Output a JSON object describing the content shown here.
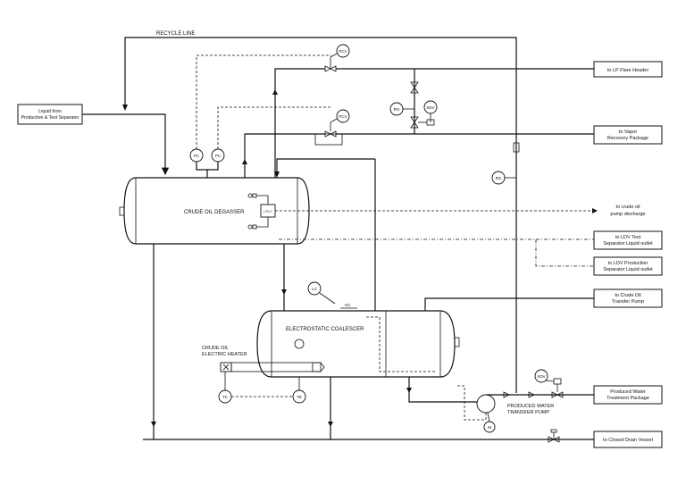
{
  "labels": {
    "recycle_line": "RECYCLE LINE",
    "inlet_box": [
      "Liquid from",
      "Production & Test Separator"
    ],
    "degasser": "CRUDE OIL DEGASSER",
    "coalescer": "ELECTROSTATIC COALESCER",
    "heater": [
      "CRUDE OIL",
      "ELECTRIC HEATER"
    ],
    "pump": [
      "PRODUCED WATER",
      "TRANSFER PUMP"
    ],
    "hc": "HC"
  },
  "outlets": [
    {
      "id": "lp-flare",
      "lines": [
        "to LP Flare Header"
      ]
    },
    {
      "id": "vapor-recovery",
      "lines": [
        "to Vapor",
        "Recovery Package"
      ]
    },
    {
      "id": "crude-oil-pump-discharge",
      "lines": [
        "to crude oil",
        "pump discharge"
      ]
    },
    {
      "id": "ldv-test",
      "lines": [
        "to LDV Test",
        "Separator Liquid outlet"
      ]
    },
    {
      "id": "ldv-production",
      "lines": [
        "to LDV Production",
        "Separator Liquid outlet"
      ]
    },
    {
      "id": "crude-oil-transfer-pump",
      "lines": [
        "to Crude Oil",
        "Transfer Pump"
      ]
    },
    {
      "id": "produced-water-treatment",
      "lines": [
        "Produced Water",
        "Treatment Package"
      ]
    },
    {
      "id": "closed-drain",
      "lines": [
        "to Closed Drain Vessel"
      ]
    }
  ],
  "instruments": {
    "pcv1": "PCV",
    "pcv2": "PCV",
    "pc1": "PC",
    "pc2": "PC",
    "ro1": "RO",
    "sdv1": "SDV",
    "ro2": "RO",
    "lc": "LC",
    "tc": "TC",
    "te": "TE",
    "m": "M",
    "sdv2": "SDV",
    "level_transmitter": "LT/LC"
  }
}
